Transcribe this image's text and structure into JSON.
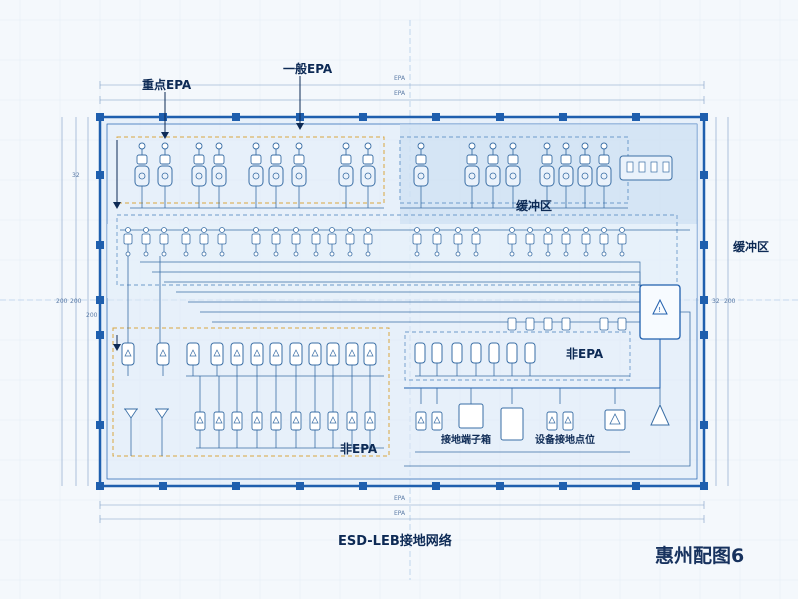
{
  "labels": {
    "key_epa": "重点EPA",
    "general_epa": "一般EPA",
    "buffer_zone_inner": "缓冲区",
    "buffer_zone_outer": "缓冲区",
    "non_epa_right": "非EPA",
    "non_epa_bottom": "非EPA",
    "grounding_box": "接地端子箱",
    "equipment_ground_point": "设备接地点位",
    "title_caption": "ESD-LEB接地网络",
    "page_tag": "惠州配图6"
  },
  "dimensions": {
    "top_1": "EPA",
    "top_2": "EPA",
    "bottom_1": "EPA",
    "bottom_2": "EPA",
    "left_a": "32",
    "left_b": "200",
    "left_c": "200",
    "left_d": "200",
    "right_a": "32",
    "right_b": "200"
  },
  "colors": {
    "background": "#f4f8fc",
    "frame_blue": "#1f5fae",
    "line_blue": "#3a6ea5",
    "light_fill": "#dceaf7",
    "warning_orange": "#d9a640",
    "text_dark": "#0d2a55"
  },
  "icons": [
    "ground-clip-icon",
    "grounding-terminal-box-icon",
    "warning-triangle-icon",
    "ground-symbol-icon"
  ]
}
